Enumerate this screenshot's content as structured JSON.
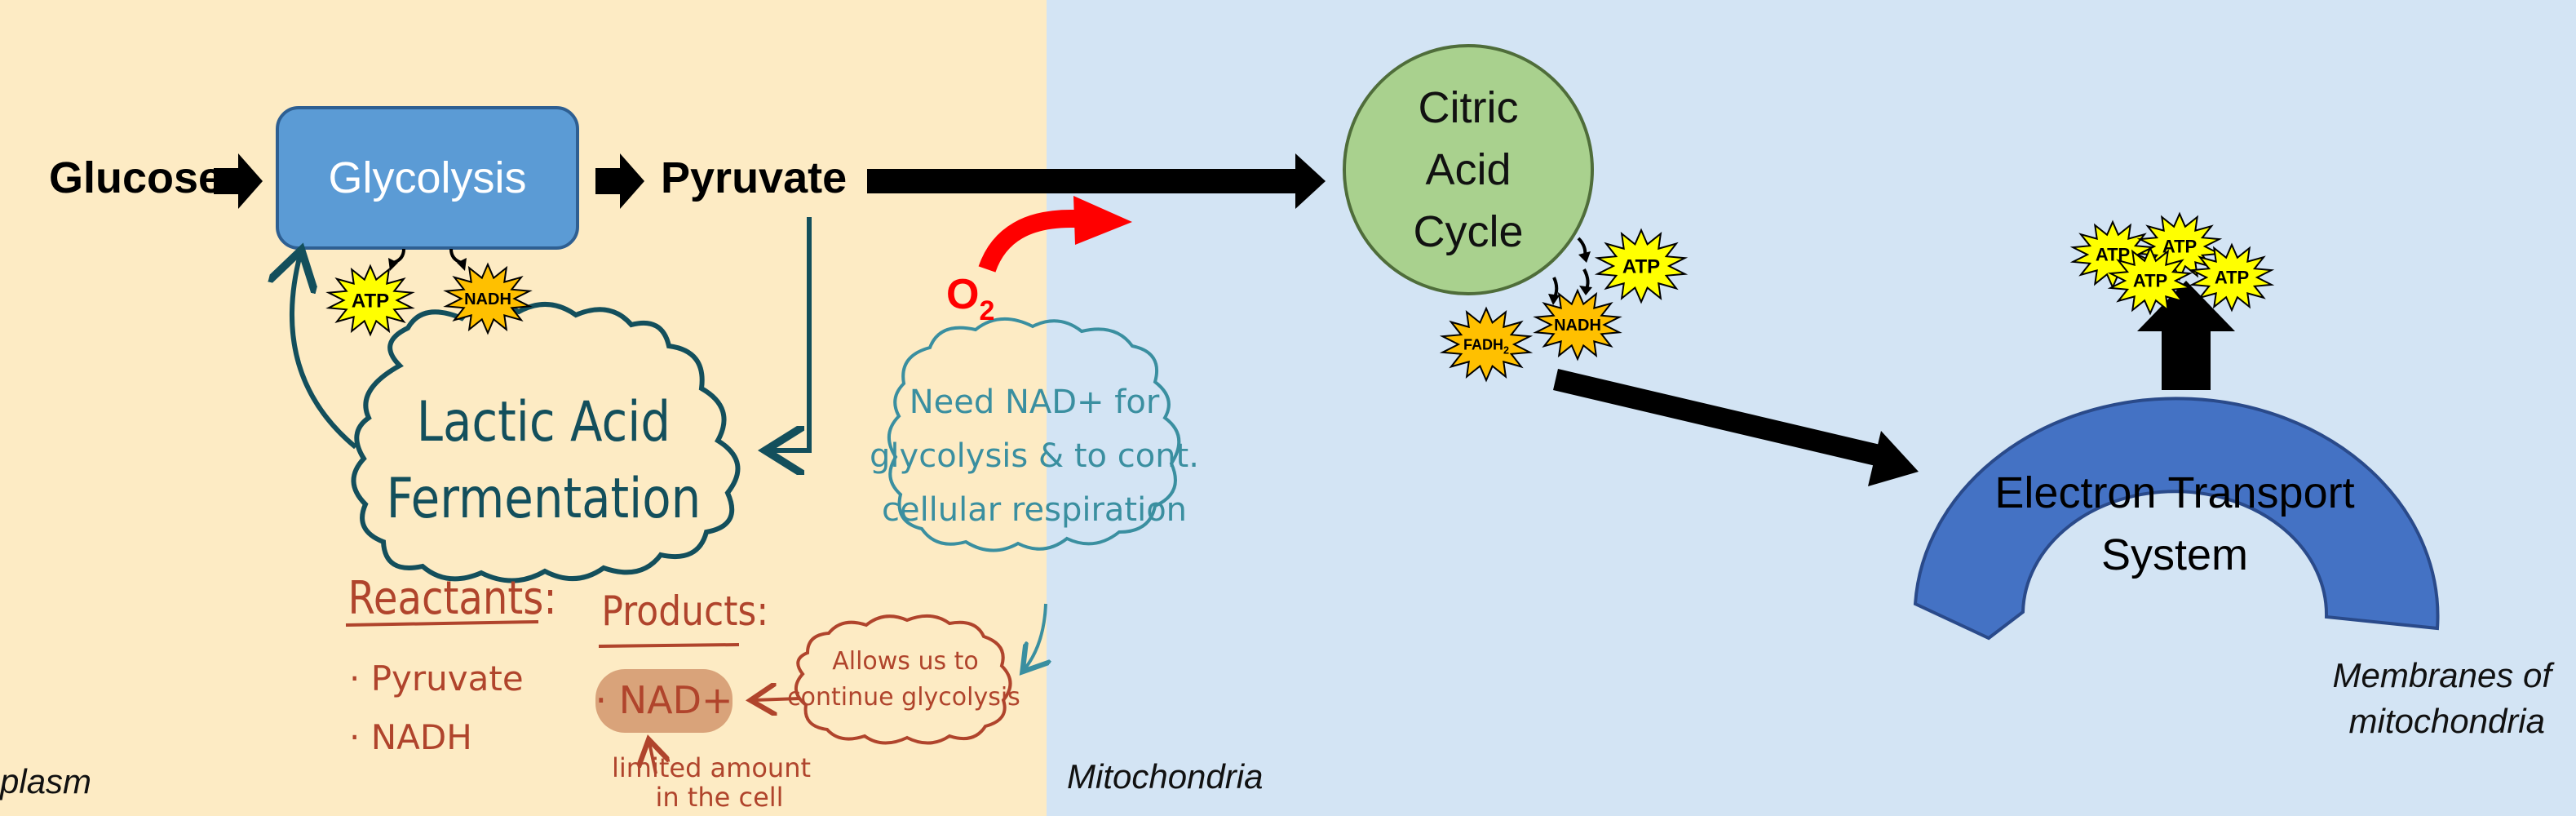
{
  "regions": {
    "cytoplasm_label": "plasm",
    "mitochondria_label": "Mitochondria",
    "membranes_label_line1": "Membranes of",
    "membranes_label_line2": "mitochondria"
  },
  "pathway": {
    "glucose": "Glucose",
    "glycolysis": "Glycolysis",
    "pyruvate": "Pyruvate",
    "citric_line1": "Citric",
    "citric_line2": "Acid",
    "citric_line3": "Cycle",
    "etc_line1": "Electron Transport",
    "etc_line2": "System"
  },
  "molecules": {
    "atp": "ATP",
    "nadh": "NADH",
    "fadh2": "FADH",
    "fadh2_sub": "2",
    "oxygen": "O",
    "oxygen_sub": "2"
  },
  "fermentation": {
    "title_line1": "Lactic Acid",
    "title_line2": "Fermentation",
    "reactants_header": "Reactants:",
    "reactants": [
      "· Pyruvate",
      "· NADH"
    ],
    "products_header": "Products:",
    "product": "· NAD+",
    "limited_line1": "limited amount",
    "limited_line2": "in the cell",
    "allows_line1": "Allows us to",
    "allows_line2": "continue glycolysis"
  },
  "note": {
    "line1": "Need NAD+ for",
    "line2": "glycolysis & to cont.",
    "line3": "cellular respiration"
  },
  "colors": {
    "cytoplasm_bg": "#fdebc4",
    "mitochondria_bg": "#d3e4f4",
    "glycolysis_box": "#5b9bd5",
    "citric_circle": "#a9d18e",
    "etc_arch": "#4472c4",
    "starburst_yellow": "#ffff00",
    "starburst_orange": "#ffc000",
    "fermentation_teal": "#134f5c",
    "note_teal": "#3a8fa0",
    "handwriting_red": "#b0442c",
    "oxygen_red": "#ff0000"
  }
}
